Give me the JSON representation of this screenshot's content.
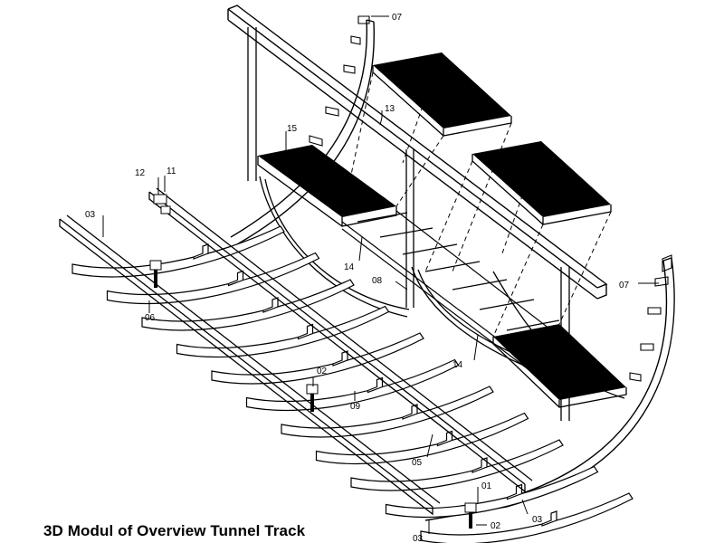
{
  "caption": "3D Modul of Overview Tunnel Track",
  "callouts": [
    {
      "id": "c07a",
      "text": "07"
    },
    {
      "id": "c13",
      "text": "13"
    },
    {
      "id": "c15",
      "text": "15"
    },
    {
      "id": "c12",
      "text": "12"
    },
    {
      "id": "c11",
      "text": "11"
    },
    {
      "id": "c03a",
      "text": "03"
    },
    {
      "id": "c14a",
      "text": "14"
    },
    {
      "id": "c08",
      "text": "08"
    },
    {
      "id": "c07b",
      "text": "07"
    },
    {
      "id": "c06",
      "text": "06"
    },
    {
      "id": "c14b",
      "text": "14"
    },
    {
      "id": "c02a",
      "text": "02"
    },
    {
      "id": "c09",
      "text": "09"
    },
    {
      "id": "c05",
      "text": "05"
    },
    {
      "id": "c01",
      "text": "01"
    },
    {
      "id": "c03b",
      "text": "03"
    },
    {
      "id": "c02b",
      "text": "02"
    },
    {
      "id": "c03c",
      "text": "03"
    }
  ]
}
